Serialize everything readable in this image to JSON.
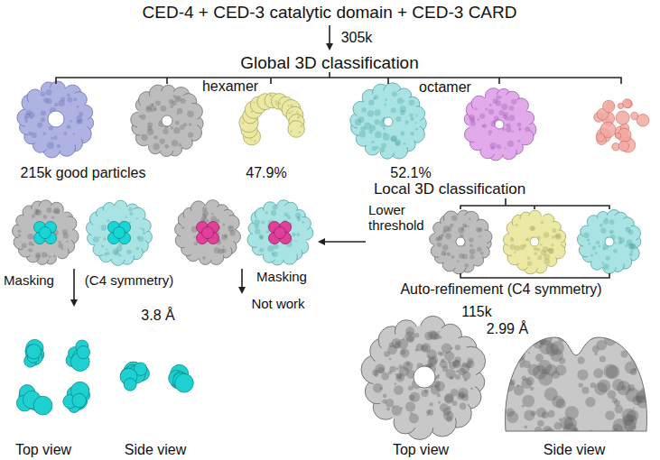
{
  "diagram": {
    "title": "CED-4 + CED-3 catalytic domain + CED-3 CARD",
    "labels": [
      "305k",
      "Global 3D classification",
      "hexamer",
      "octamer",
      "215k good particles",
      "47.9%",
      "52.1%",
      "Local 3D classification",
      "Lower threshold",
      "Masking",
      "(C4 symmetry)",
      "3.8 Å",
      "Masking",
      "Not work",
      "Auto-refinement (C4 symmetry)",
      "115k",
      "2.99 Å",
      "Top view",
      "Side view",
      "Top view",
      "Side view"
    ]
  }
}
